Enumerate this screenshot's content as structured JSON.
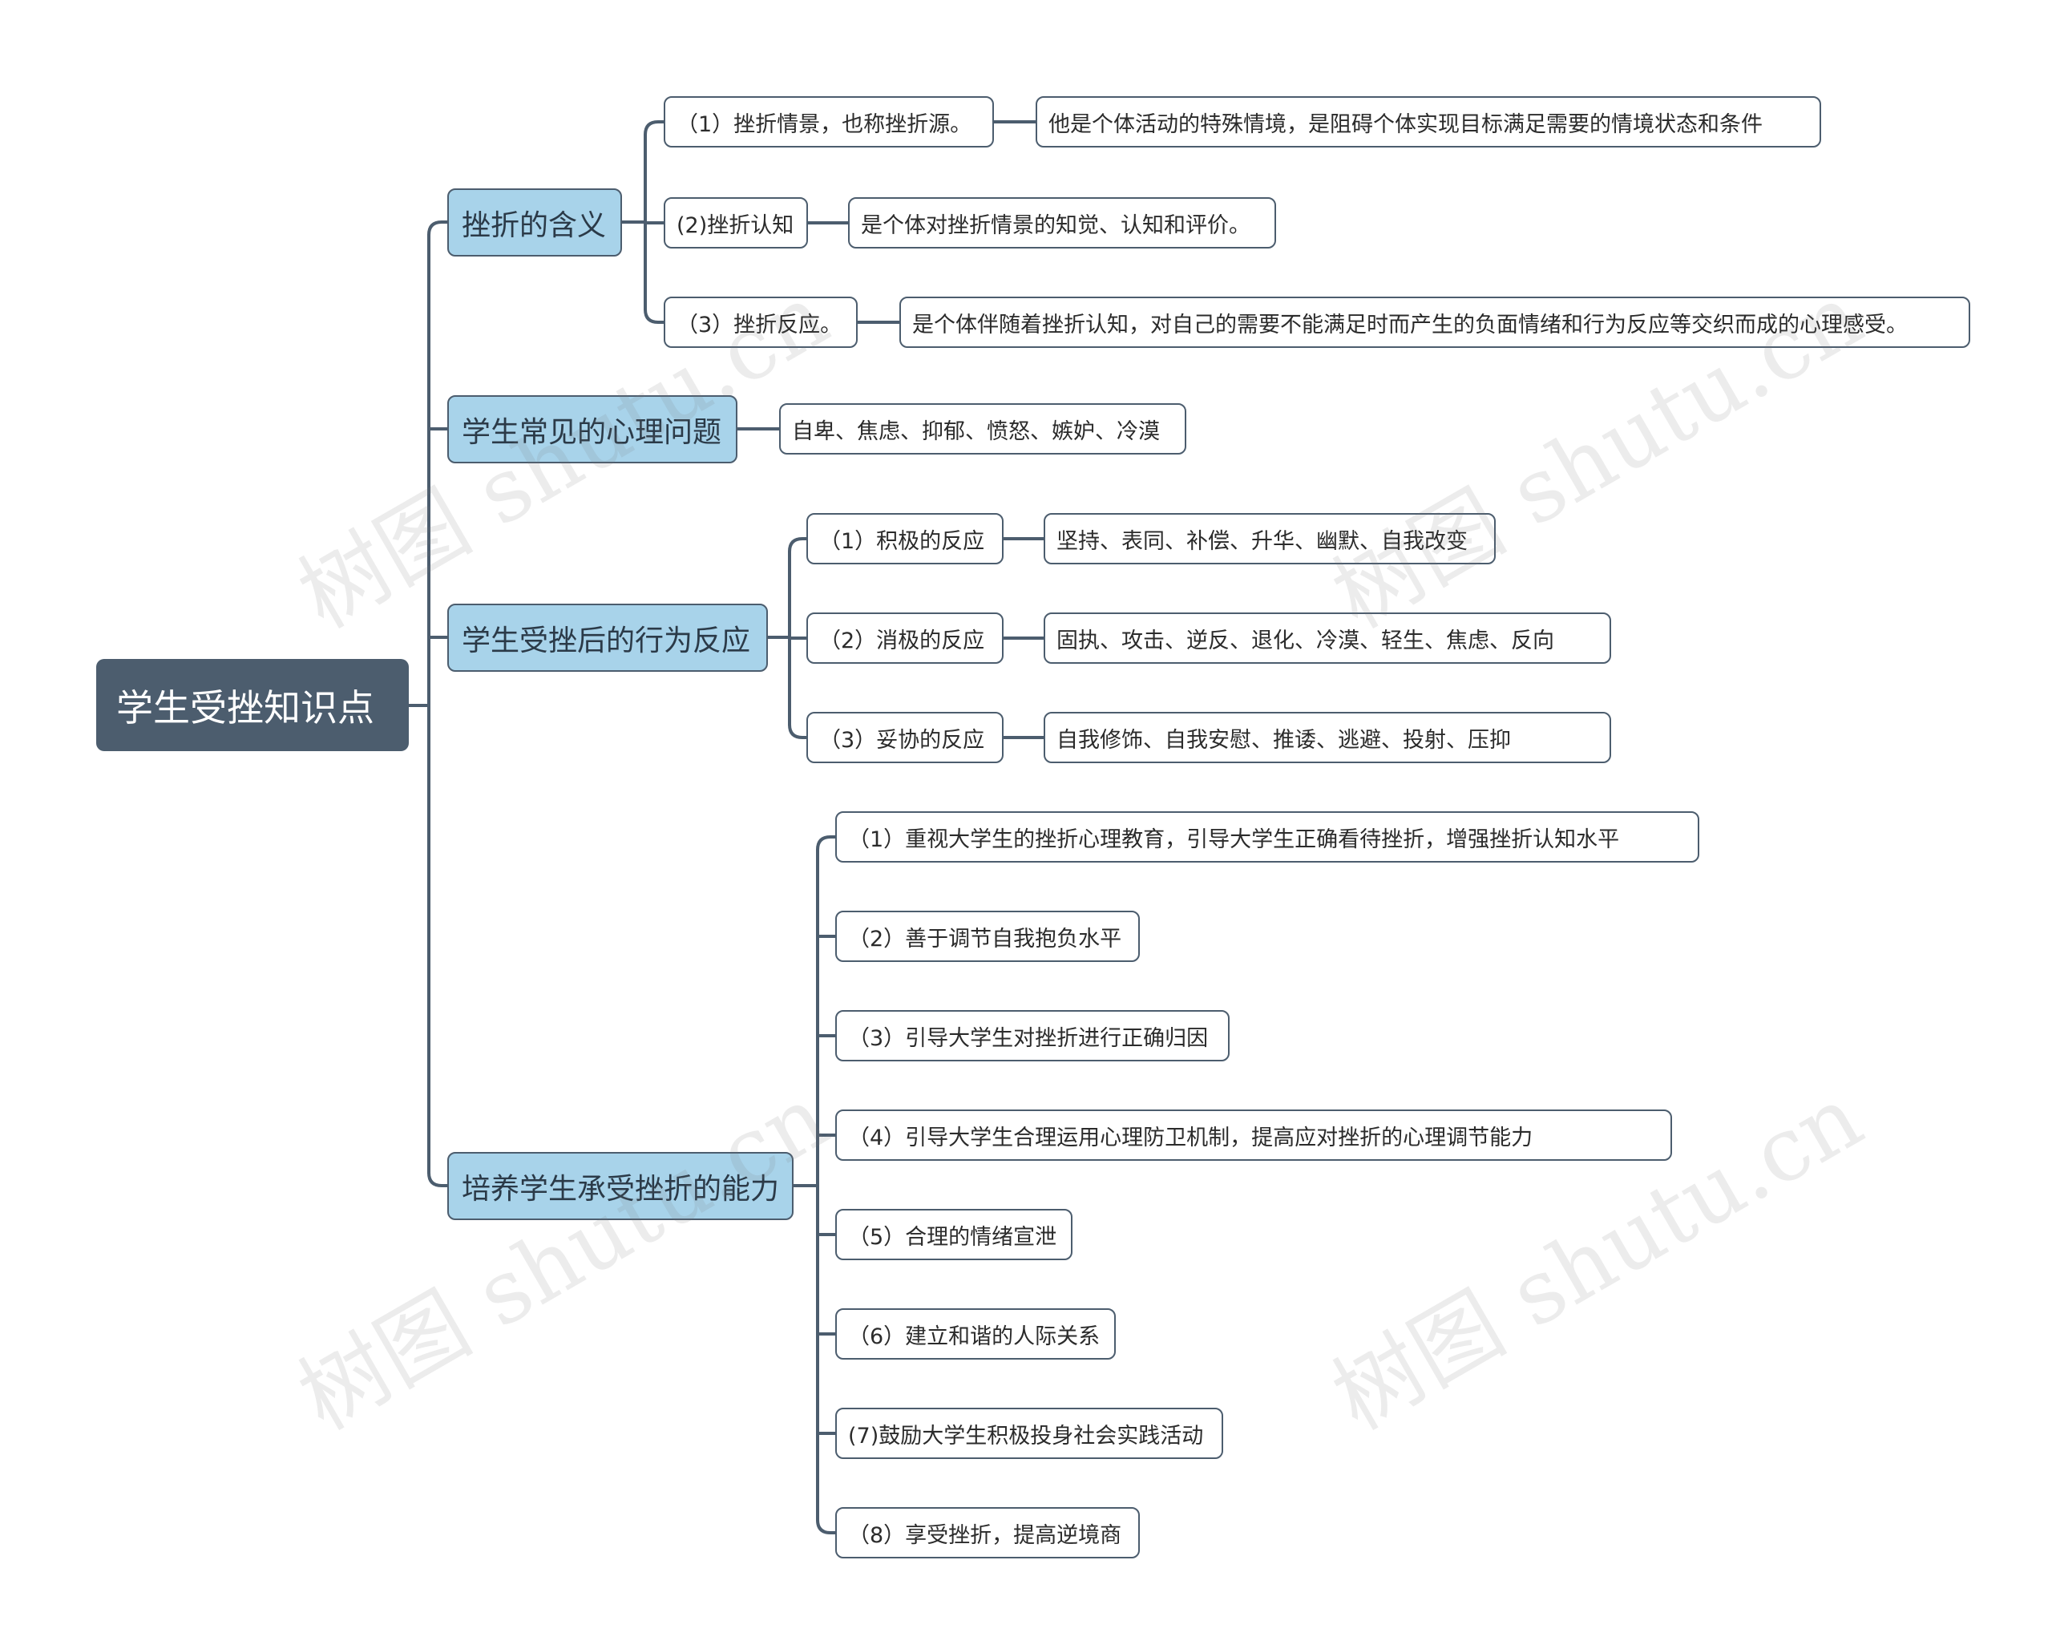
{
  "watermark": "树图 shutu.cn",
  "colors": {
    "root": "#4c5d6e",
    "branch_fill": "#a8d3ea",
    "line": "#4c5d6e",
    "border": "#4c5d6e"
  },
  "root": {
    "label": "学生受挫知识点"
  },
  "branches": [
    {
      "label": "挫折的含义",
      "children": [
        {
          "label": "（1）挫折情景，也称挫折源。",
          "detail": "他是个体活动的特殊情境，是阻碍个体实现目标满足需要的情境状态和条件"
        },
        {
          "label": "(2)挫折认知",
          "detail": "是个体对挫折情景的知觉、认知和评价。"
        },
        {
          "label": "（3）挫折反应。",
          "detail": "是个体伴随着挫折认知，对自己的需要不能满足时而产生的负面情绪和行为反应等交织而成的心理感受。"
        }
      ]
    },
    {
      "label": "学生常见的心理问题",
      "detail": "自卑、焦虑、抑郁、愤怒、嫉妒、冷漠"
    },
    {
      "label": "学生受挫后的行为反应",
      "children": [
        {
          "label": "（1）积极的反应",
          "detail": "坚持、表同、补偿、升华、幽默、自我改变"
        },
        {
          "label": "（2）消极的反应",
          "detail": "固执、攻击、逆反、退化、冷漠、轻生、焦虑、反向"
        },
        {
          "label": "（3）妥协的反应",
          "detail": "自我修饰、自我安慰、推诿、逃避、投射、压抑"
        }
      ]
    },
    {
      "label": "培养学生承受挫折的能力",
      "children": [
        {
          "label": "（1）重视大学生的挫折心理教育，引导大学生正确看待挫折，增强挫折认知水平"
        },
        {
          "label": "（2）善于调节自我抱负水平"
        },
        {
          "label": "（3）引导大学生对挫折进行正确归因"
        },
        {
          "label": "（4）引导大学生合理运用心理防卫机制，提高应对挫折的心理调节能力"
        },
        {
          "label": "（5）合理的情绪宣泄"
        },
        {
          "label": "（6）建立和谐的人际关系"
        },
        {
          "label": "(7)鼓励大学生积极投身社会实践活动"
        },
        {
          "label": "（8）享受挫折，提高逆境商"
        }
      ]
    }
  ]
}
